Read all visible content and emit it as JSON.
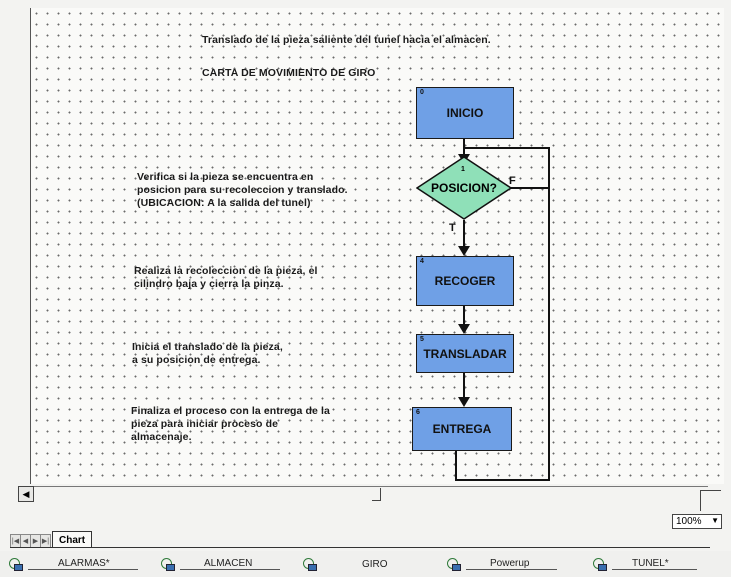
{
  "chart": {
    "title_line": "Translado de la pieza saliente del tunel hacia el almacen.",
    "subtitle": "CARTA DE MOVIMIENTO DE GIRO",
    "steps": [
      {
        "num": "0",
        "label": "INICIO"
      },
      {
        "num": "1",
        "label": "POSICION?"
      },
      {
        "num": "4",
        "label": "RECOGER"
      },
      {
        "num": "5",
        "label": "TRANSLADAR"
      },
      {
        "num": "6",
        "label": "ENTREGA"
      }
    ],
    "edge_true": "T",
    "edge_false": "F",
    "comments": [
      [
        "Verifica si la pieza se encuentra en",
        "posicion para su recoleccion y translado.",
        "(UBICACION: A la salida del tunel)"
      ],
      [
        "Realiza la recoleccion de la pieza, el",
        "cilindro baja y cierra la pinza."
      ],
      [
        "Inicia el translado de la pieza,",
        "a su posicion de entrega."
      ],
      [
        "Finaliza el proceso con la entrega de la",
        "pieza para iniciar proceso de",
        "almacenaje."
      ]
    ]
  },
  "zoom": "100%",
  "sheet_tab": "Chart",
  "taskbar": [
    "ALARMAS*",
    "ALMACEN",
    "GIRO",
    "Powerup",
    "TUNEL*"
  ],
  "colors": {
    "step_box": "#6fa0e6",
    "decision": "#8fe0b8",
    "grid_dot": "#6a6a6a"
  },
  "icons": {
    "task": "program-window-icon"
  }
}
